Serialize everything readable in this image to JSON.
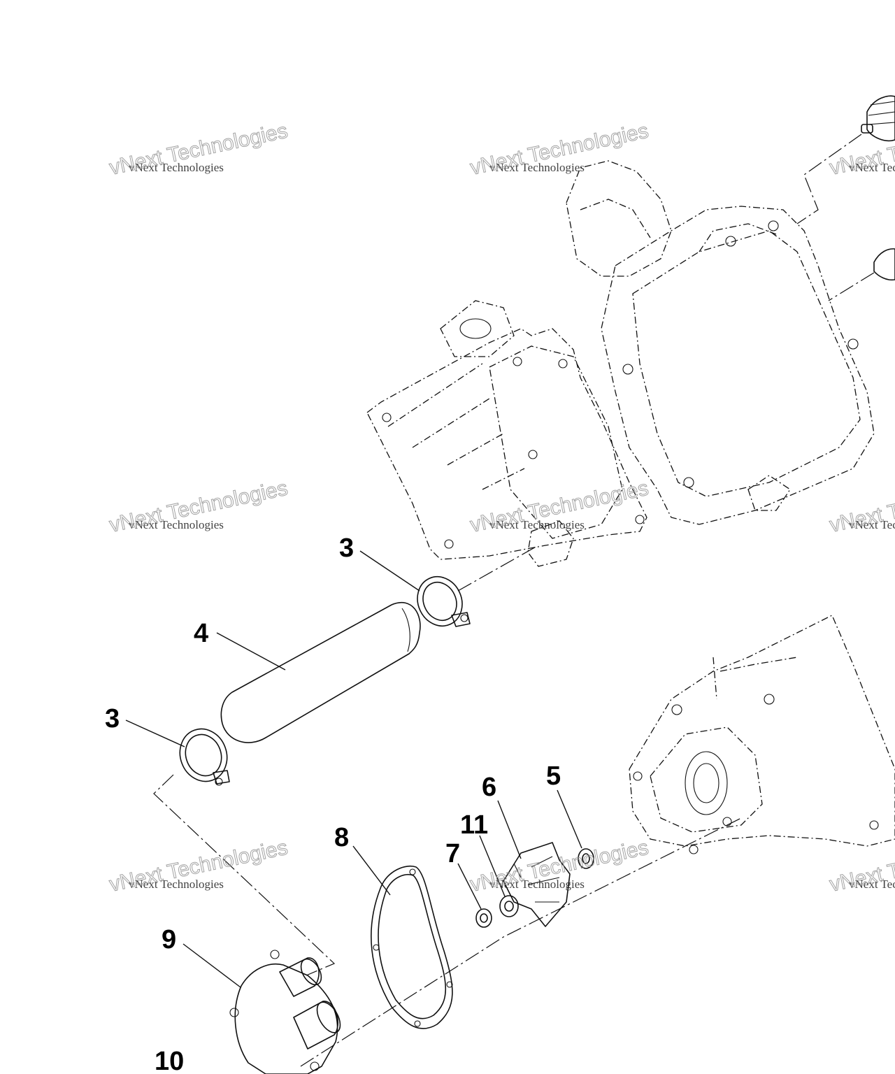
{
  "callouts": {
    "c3_upper": "3",
    "c4": "4",
    "c3_lower": "3",
    "c5": "5",
    "c6": "6",
    "c11": "11",
    "c7": "7",
    "c8": "8",
    "c9": "9",
    "c10": "10"
  },
  "watermark": {
    "line1": "vNext Technologies",
    "line2": "vNext Technologies",
    "small": "vNext Technologies"
  }
}
